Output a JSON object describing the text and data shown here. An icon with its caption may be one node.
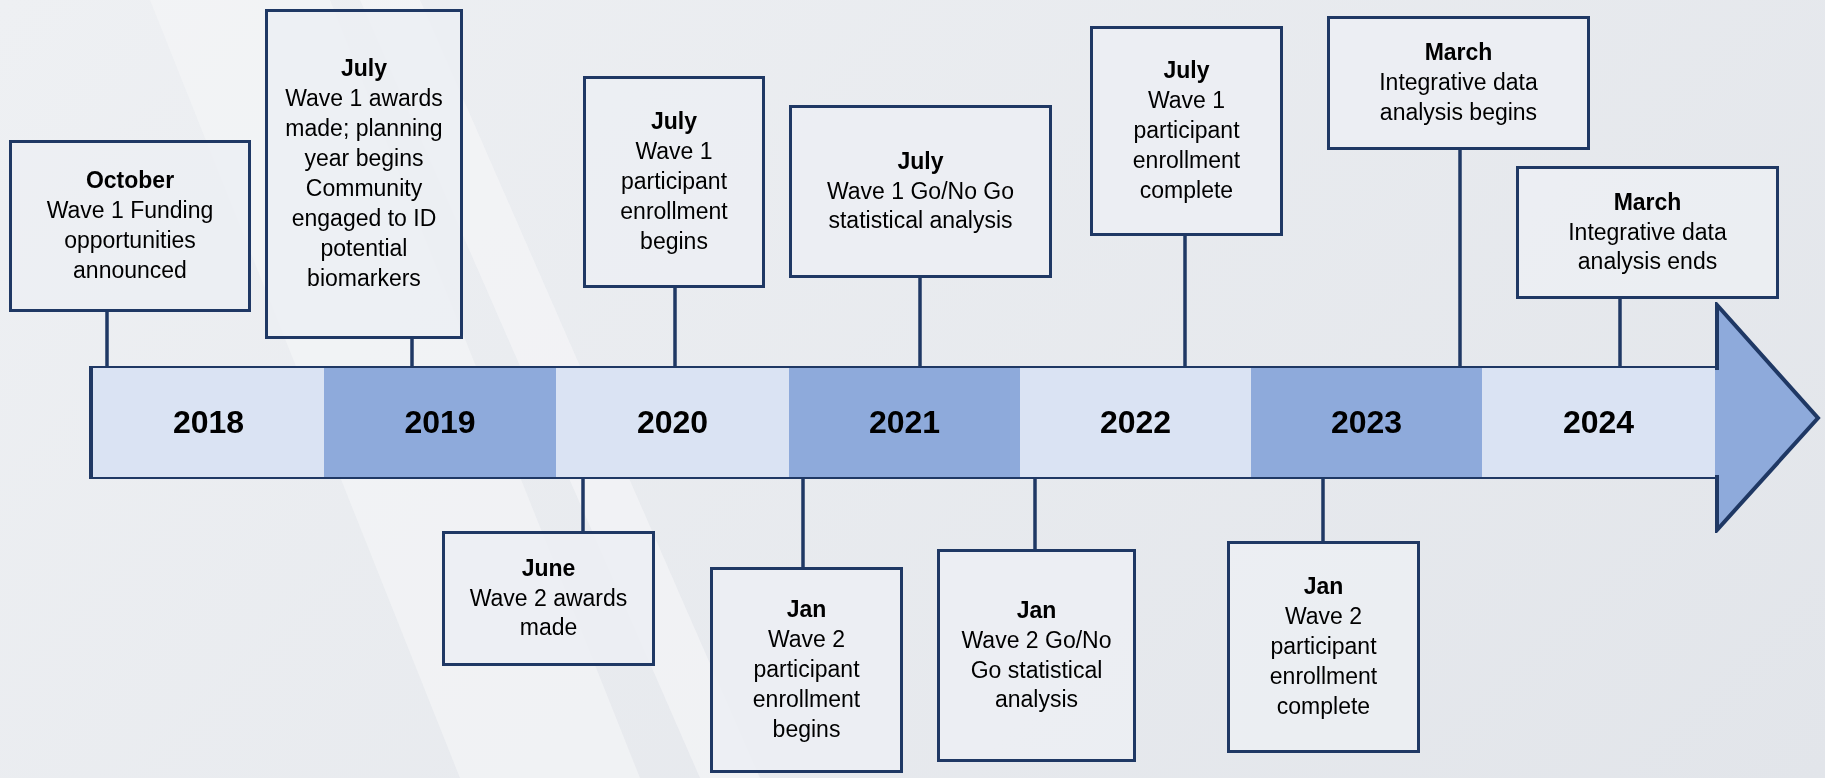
{
  "diagram": {
    "nodes": [
      {
        "text": [],
        "shape": "arrow"
      },
      {
        "text": [
          "2018"
        ],
        "in": 0
      },
      {
        "text": [
          "2019"
        ],
        "in": 0
      },
      {
        "text": [
          "2020"
        ],
        "in": 0
      },
      {
        "text": [
          "2021"
        ],
        "in": 0
      },
      {
        "text": [
          "2022"
        ],
        "in": 0
      },
      {
        "text": [
          "2023"
        ],
        "in": 0
      },
      {
        "text": [
          "2024"
        ],
        "in": 0
      },
      {
        "text": [
          "October",
          "Wave 1 Funding opportunities announced"
        ]
      },
      {
        "text": [
          "July",
          "Wave 1 awards made; planning year begins Community engaged to ID potential biomarkers"
        ]
      },
      {
        "text": [
          "July",
          "Wave 1 participant enrollment begins"
        ]
      },
      {
        "text": [
          "July",
          "Wave 1 Go/No Go statistical analysis"
        ]
      },
      {
        "text": [
          "July",
          "Wave 1 participant enrollment complete"
        ]
      },
      {
        "text": [
          "March",
          "Integrative data analysis begins"
        ]
      },
      {
        "text": [
          "March",
          "Integrative data analysis ends"
        ]
      },
      {
        "text": [
          "June",
          "Wave 2 awards made"
        ]
      },
      {
        "text": [
          "Jan",
          "Wave 2 participant enrollment begins"
        ]
      },
      {
        "text": [
          "Jan",
          "Wave 2 Go/No Go statistical analysis"
        ]
      },
      {
        "text": [
          "Jan",
          "Wave 2 participant enrollment complete"
        ]
      }
    ],
    "edges": [
      {
        "from": 8,
        "to": 1,
        "arrow": "none"
      },
      {
        "from": 9,
        "to": 2,
        "arrow": "none"
      },
      {
        "from": 10,
        "to": 3,
        "arrow": "none"
      },
      {
        "from": 11,
        "to": 4,
        "arrow": "none"
      },
      {
        "from": 12,
        "to": 5,
        "arrow": "none"
      },
      {
        "from": 13,
        "to": 6,
        "arrow": "none"
      },
      {
        "from": 14,
        "to": 7,
        "arrow": "none"
      },
      {
        "from": 15,
        "to": 3,
        "arrow": "none"
      },
      {
        "from": 16,
        "to": 4,
        "arrow": "none"
      },
      {
        "from": 17,
        "to": 5,
        "arrow": "none"
      },
      {
        "from": 18,
        "to": 6,
        "arrow": "none"
      }
    ]
  }
}
